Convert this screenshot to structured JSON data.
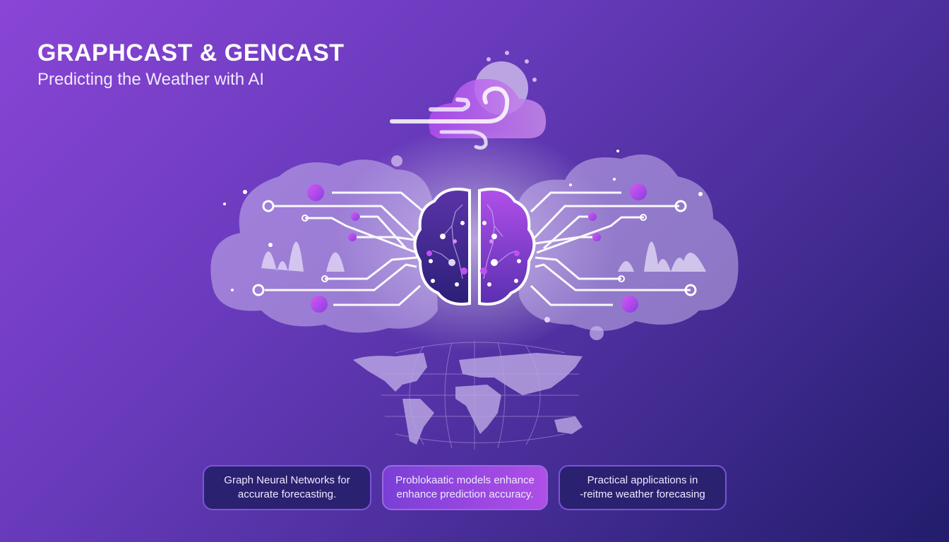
{
  "header": {
    "title": "GRAPHCAST & GENCAST",
    "subtitle": "Predicting the Weather with AI"
  },
  "illustration": {
    "top_icon": "cloud-wind-sun-icon",
    "center_icon": "circuit-brain-icon",
    "left_panel": "cloud-network-chart-icon",
    "right_panel": "cloud-network-chart-icon",
    "bottom_icon": "world-map-grid-icon"
  },
  "cards": [
    {
      "line1": "Graph Neural Networks for",
      "line2": "accurate forecasting.",
      "style": "dark"
    },
    {
      "line1": "Problokaatic models enhance",
      "line2": "enhance prediction accuracy.",
      "style": "highlight"
    },
    {
      "line1": "Practical applications in",
      "line2": "-reitme weather forecasing",
      "style": "dark"
    }
  ],
  "colors": {
    "bg_start": "#8a45d6",
    "bg_end": "#221d6c",
    "accent_magenta": "#c050f0",
    "card_dark": "#2a2170",
    "card_border": "#7a55d8"
  }
}
